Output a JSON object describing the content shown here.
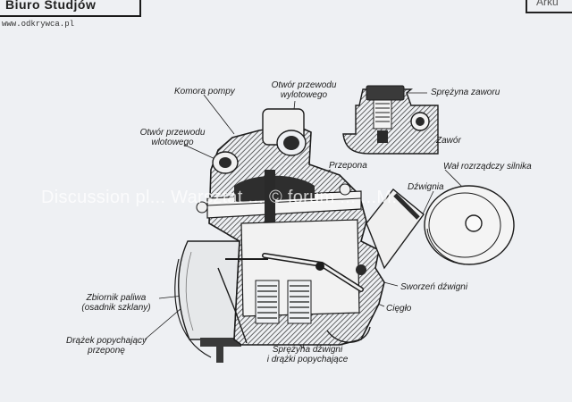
{
  "header": {
    "title": "Biuro Studjów",
    "url": "www.odkrywca.pl",
    "right_text": "Arku"
  },
  "watermark": "Discussion pl... Warsztat ... © forum ... ...M.",
  "labels": {
    "komora_pompy": "Komora pompy",
    "otwor_wylot_1": "Otwór przewodu",
    "otwor_wylot_2": "wylotowego",
    "otwor_wlot_1": "Otwór przewodu",
    "otwor_wlot_2": "wlotowego",
    "sprezyna_zaworu": "Sprężyna zaworu",
    "zawor": "Zawór",
    "przepona": "Przepona",
    "dzwignia": "Dźwignia",
    "wal": "Wał rozrządczy silnika",
    "zbiornik_1": "Zbiornik paliwa",
    "zbiornik_2": "(osadnik szklany)",
    "drazek_1": "Drążek popychający",
    "drazek_2": "przeponę",
    "sworzen": "Sworzeń dźwigni",
    "ciegło": "Cięgło",
    "sprezyna_dzw_1": "Sprężyna dźwigni",
    "sprezyna_dzw_2": "i drążki popychające"
  },
  "colors": {
    "ink": "#1c1c1c",
    "paper": "#eef0f3",
    "shade": "#3a3a3a"
  }
}
